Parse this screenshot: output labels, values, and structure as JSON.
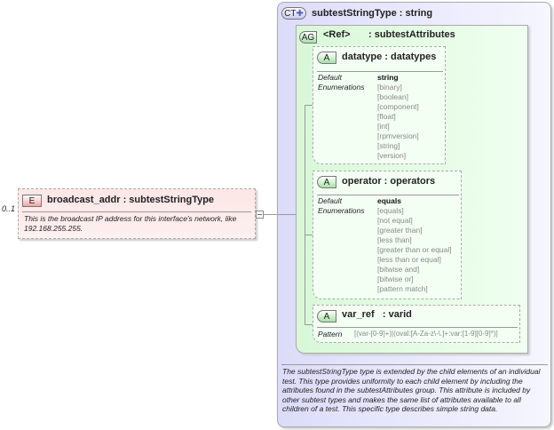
{
  "element": {
    "occurrence": "0..1",
    "badge": "E",
    "title": "broadcast_addr : subtestStringType",
    "description": "This is the broadcast IP address for this interface's network, like 192.168.255.255."
  },
  "complex_type": {
    "badge": "CT",
    "title": "subtestStringType : string",
    "description": "The subtestStringType type is extended by the child elements of an individual test.  This type provides uniformity to each child element by including the attributes found in the subtestAttributes group.  This attribute is included by other subtest types and makes the same list of attributes available to all children of a test.  This specific type describes simple string data."
  },
  "attribute_group": {
    "badge": "AG",
    "ref": "<Ref>",
    "name": ": subtestAttributes"
  },
  "attributes": [
    {
      "badge": "A",
      "title": "datatype : datatypes",
      "default_label": "Default",
      "enum_label": "Enumerations",
      "default": "string",
      "enumerations": [
        "[binary]",
        "[boolean]",
        "[component]",
        "[float]",
        "[int]",
        "[rpmversion]",
        "[string]",
        "[version]"
      ]
    },
    {
      "badge": "A",
      "title": "operator : operators",
      "default_label": "Default",
      "enum_label": "Enumerations",
      "default": "equals",
      "enumerations": [
        "[equals]",
        "[not equal]",
        "[greater than]",
        "[less than]",
        "[greater than or equal]",
        "[less than or equal]",
        "[bitwise and]",
        "[bitwise or]",
        "[pattern match]"
      ]
    },
    {
      "badge": "A",
      "title": "var_ref   : varid",
      "pattern_label": "Pattern",
      "pattern": "[(var-[0-9]+)|(oval:[A-Za-z\\-\\.]+:var:[1-9][0-9]*)]"
    }
  ],
  "colors": {
    "element_bg": "#fde0e0",
    "complex_type_bg": "#e4e4fb",
    "attribute_group_bg": "#e2fbe2"
  }
}
